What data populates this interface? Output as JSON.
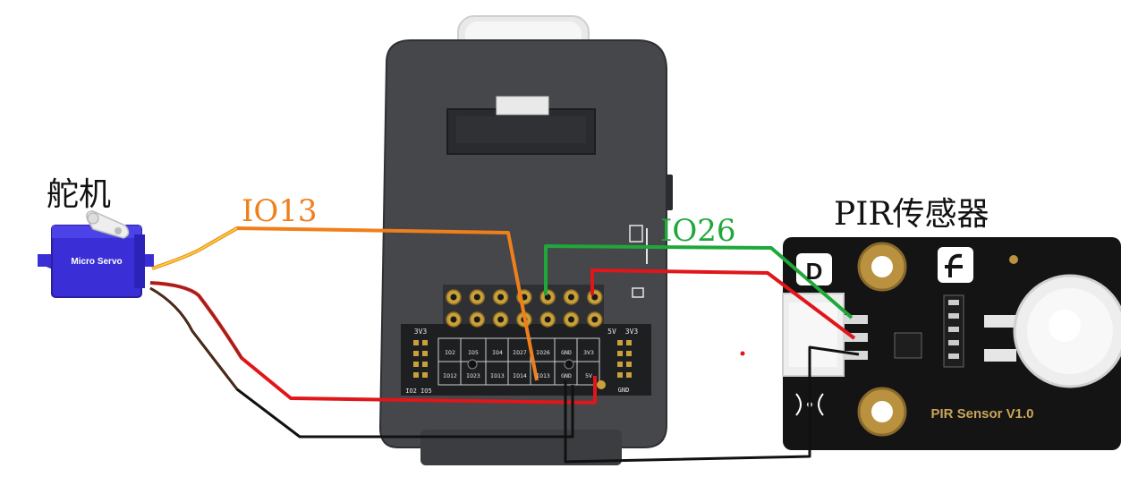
{
  "labels": {
    "servo_title": "舵机",
    "pir_title": "PIR传感器",
    "wire_io13": "IO13",
    "wire_io26": "IO26"
  },
  "servo": {
    "body_text": "Micro Servo"
  },
  "pir": {
    "board_text": "PIR Sensor V1.0",
    "corner_text": "D"
  },
  "board": {
    "header_left": "3V3",
    "header_right_5v": "5V",
    "header_right_3v3": "3V3",
    "gnd_bottom": "GND",
    "pins_row1": [
      "IO2",
      "IO5",
      "IO4",
      "IO27",
      "IO26",
      "GND",
      "3V3"
    ],
    "pins_row2": [
      "IO12",
      "IO23",
      "IO13",
      "IO14",
      "IO13",
      "GND",
      "5V"
    ],
    "left_bottom": "IO2 IO5"
  },
  "colors": {
    "orange_wire": "#f07f1b",
    "green_wire": "#1fa83a",
    "red_wire": "#e0161b",
    "black_wire": "#111111",
    "servo_blue": "#3a2fd6",
    "device_body": "#45474b"
  }
}
